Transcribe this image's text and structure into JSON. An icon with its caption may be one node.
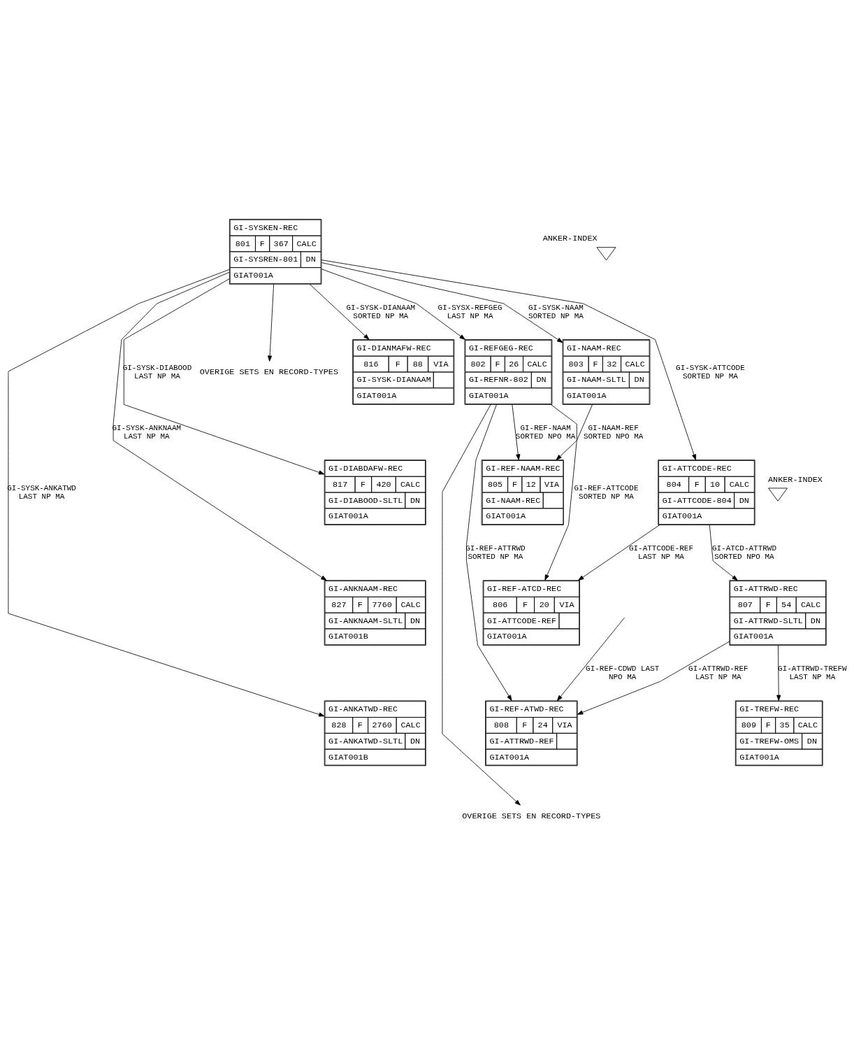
{
  "diagram": {
    "nodes": [
      {
        "text": [
          "GI-SYSKEN-REC",
          "801",
          "F",
          "367",
          "CALC",
          "GI-SYSREN-801",
          "DN",
          "GIAT001A"
        ]
      },
      {
        "text": [
          "OVERIGE SETS EN RECORD-TYPES"
        ]
      },
      {
        "text": [],
        "shape": "triangle",
        "beside": [
          "ANKER-INDEX"
        ]
      },
      {
        "text": [
          "GI-DIANMAFW-REC",
          "816",
          "F",
          "88",
          "VIA",
          "GI-SYSK-DIANAAM",
          "GIAT001A"
        ]
      },
      {
        "text": [
          "GI-REFGEG-REC",
          "802",
          "F",
          "26",
          "CALC",
          "GI-REFNR-802",
          "DN",
          "GIAT001A"
        ]
      },
      {
        "text": [
          "GI-NAAM-REC",
          "803",
          "F",
          "32",
          "CALC",
          "GI-NAAM-SLTL",
          "DN",
          "GIAT001A"
        ]
      },
      {
        "text": [
          "GI-ATTCODE-REC",
          "804",
          "F",
          "10",
          "CALC",
          "GI-ATTCODE-804",
          "DN",
          "GIAT001A"
        ]
      },
      {
        "text": [
          "GI-DIABDAFW-REC",
          "817",
          "F",
          "420",
          "CALC",
          "GI-DIABOOD-SLTL",
          "DN",
          "GIAT001A"
        ]
      },
      {
        "text": [
          "GI-REF-NAAM-REC",
          "805",
          "F",
          "12",
          "VIA",
          "GI-NAAM-REC",
          "GIAT001A"
        ]
      },
      {
        "text": [],
        "shape": "triangle",
        "beside": [
          "ANKER-INDEX"
        ]
      },
      {
        "text": [
          "GI-ANKNAAM-REC",
          "827",
          "F",
          "7760",
          "CALC",
          "GI-ANKNAAM-SLTL",
          "DN",
          "GIAT001B"
        ]
      },
      {
        "text": [
          "GI-REF-ATCD-REC",
          "806",
          "F",
          "20",
          "VIA",
          "GI-ATTCODE-REF",
          "GIAT001A"
        ]
      },
      {
        "text": [
          "GI-ATTRWD-REC",
          "807",
          "F",
          "54",
          "CALC",
          "GI-ATTRWD-SLTL",
          "DN",
          "GIAT001A"
        ]
      },
      {
        "text": [
          "GI-ANKATWD-REC",
          "828",
          "F",
          "2760",
          "CALC",
          "GI-ANKATWD-SLTL",
          "DN",
          "GIAT001B"
        ]
      },
      {
        "text": [
          "GI-REF-ATWD-REC",
          "808",
          "F",
          "24",
          "VIA",
          "GI-ATTRWD-REF",
          "GIAT001A"
        ]
      },
      {
        "text": [
          "GI-TREFW-REC",
          "809",
          "F",
          "35",
          "CALC",
          "GI-TREFW-OMS",
          "DN",
          "GIAT001A"
        ]
      },
      {
        "text": [
          "OVERIGE SETS EN RECORD-TYPES"
        ]
      }
    ],
    "edges": [
      {
        "from": 0,
        "to": 1,
        "arrow": "to"
      },
      {
        "from": 0,
        "to": 3,
        "arrow": "to",
        "label": "GI-SYSK-DIANAAM SORTED NP MA"
      },
      {
        "from": 0,
        "to": 7,
        "arrow": "to",
        "label": "GI-SYSK-DIABOOD LAST NP MA"
      },
      {
        "from": 0,
        "to": 10,
        "arrow": "to",
        "label": "GI-SYSK-ANKNAAM LAST NP MA"
      },
      {
        "from": 0,
        "to": 13,
        "arrow": "to",
        "label": "GI-SYSK-ANKATWD LAST NP MA"
      },
      {
        "from": 0,
        "to": 4,
        "arrow": "to",
        "label": "GI-SYSX-REFGEG LAST NP MA"
      },
      {
        "from": 0,
        "to": 5,
        "arrow": "to",
        "label": "GI-SYSK-NAAM SORTED NP MA"
      },
      {
        "from": 0,
        "to": 6,
        "arrow": "to",
        "label": "GI-SYSK-ATTCODE SORTED NP MA"
      },
      {
        "from": 4,
        "to": 8,
        "arrow": "to",
        "label": "GI-REF-NAAM SORTED NPO MA"
      },
      {
        "from": 5,
        "to": 8,
        "arrow": "to",
        "label": "GI-NAAM-REF SORTED NPO MA"
      },
      {
        "from": 4,
        "to": 11,
        "arrow": "to",
        "label": "GI-REF-ATTCODE SORTED NP MA"
      },
      {
        "from": 6,
        "to": 11,
        "arrow": "to",
        "label": "GI-ATTCODE-REF LAST NP MA"
      },
      {
        "from": 6,
        "to": 12,
        "arrow": "to",
        "label": "GI-ATCD-ATTRWD SORTED NPO MA"
      },
      {
        "from": 4,
        "to": 14,
        "arrow": "to",
        "label": "GI-REF-ATTRWD SORTED NP MA"
      },
      {
        "from": null,
        "to": 14,
        "arrow": "to",
        "label": "GI-REF-CDWD LAST NPO MA"
      },
      {
        "from": 12,
        "to": 14,
        "arrow": "to",
        "label": "GI-ATTRWD-REF LAST NP MA"
      },
      {
        "from": 12,
        "to": 15,
        "arrow": "to",
        "label": "GI-ATTRWD-TREFW LAST NP MA"
      },
      {
        "from": 4,
        "to": 16,
        "arrow": "to"
      }
    ]
  }
}
